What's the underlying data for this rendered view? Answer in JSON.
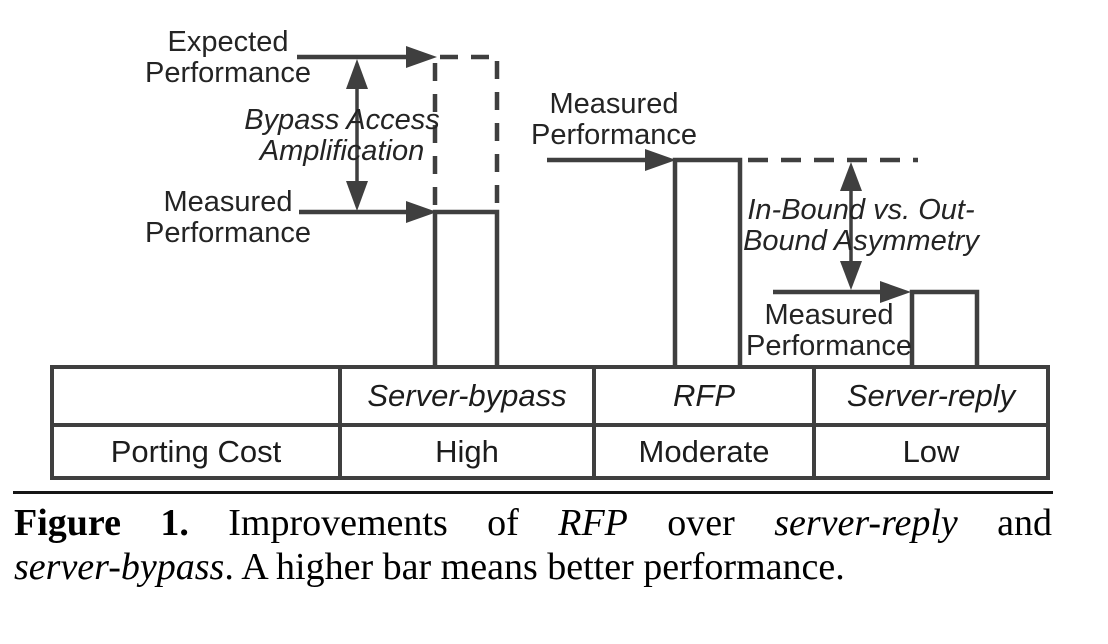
{
  "colors": {
    "line": "#3f3f3f",
    "text": "#242424",
    "caption_text": "#000000"
  },
  "diagram": {
    "labels": {
      "expected": {
        "line1": "Expected",
        "line2": "Performance"
      },
      "measured_left": {
        "line1": "Measured",
        "line2": "Performance"
      },
      "measured_middle": {
        "line1": "Measured",
        "line2": "Performance"
      },
      "measured_right": {
        "line1": "Measured",
        "line2": "Performance"
      },
      "bypass_amplification": {
        "line1": "Bypass Access",
        "line2": "Amplification"
      },
      "inbound_asymmetry": {
        "line1": "In-Bound vs. Out-",
        "line2": "Bound Asymmetry"
      }
    },
    "bars": {
      "server_bypass": {
        "label": "Server-bypass",
        "measured": "medium",
        "expected": "high",
        "expected_style": "dashed"
      },
      "rfp": {
        "label": "RFP",
        "measured": "high"
      },
      "server_reply": {
        "label": "Server-reply",
        "measured": "low"
      }
    }
  },
  "table": {
    "headers": [
      "",
      "Server-bypass",
      "RFP",
      "Server-reply"
    ],
    "rows": [
      [
        "Porting Cost",
        "High",
        "Moderate",
        "Low"
      ]
    ]
  },
  "caption": {
    "label": "Figure 1.",
    "seg1": "Improvements of",
    "rfp": "RFP",
    "seg2": "over",
    "server_reply": "server-reply",
    "seg3": "and",
    "server_bypass": "server-bypass",
    "seg4": ". A higher bar means better performance."
  }
}
